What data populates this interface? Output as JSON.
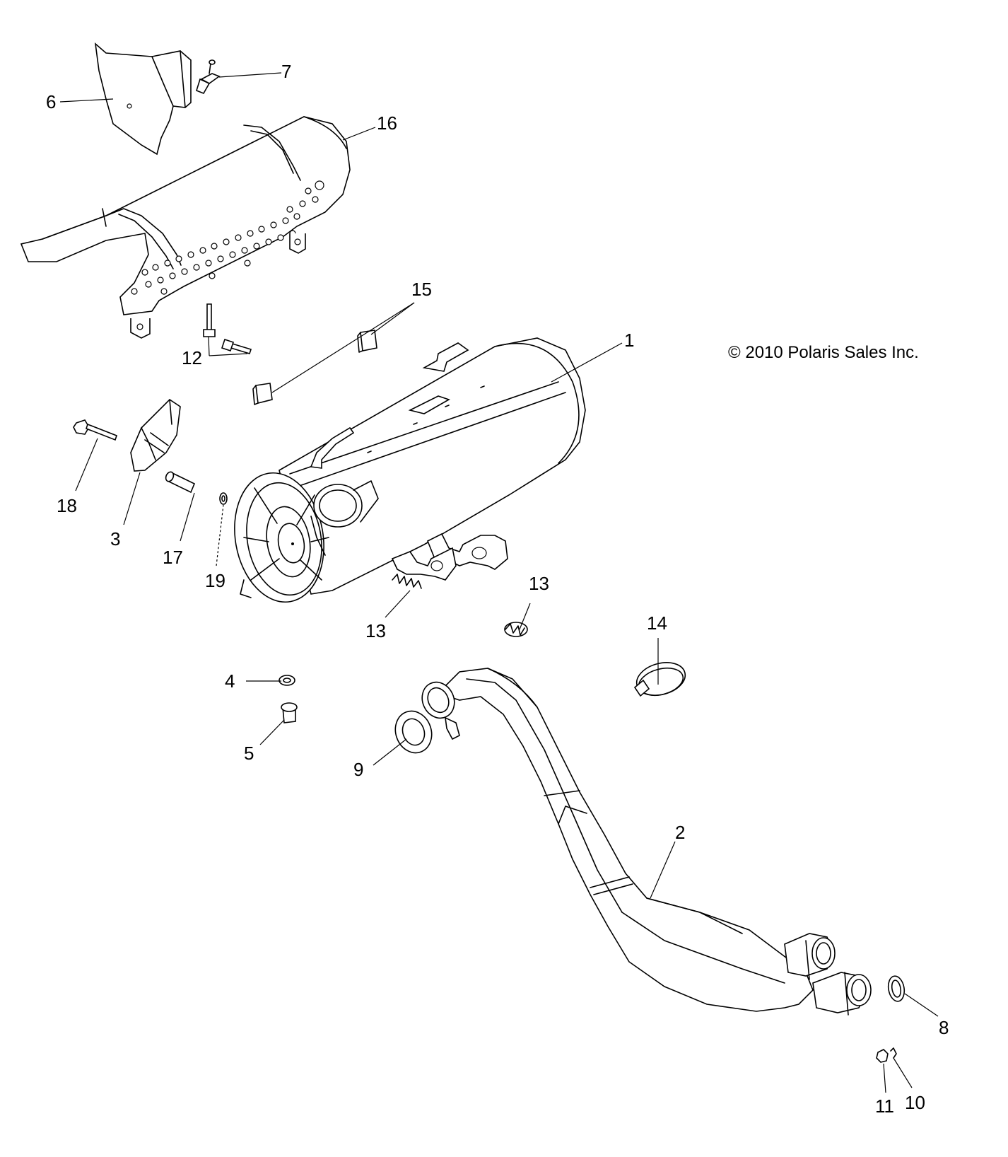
{
  "copyright": "© 2010 Polaris Sales Inc.",
  "callouts": {
    "c1": "1",
    "c2": "2",
    "c3": "3",
    "c4": "4",
    "c5": "5",
    "c6": "6",
    "c7": "7",
    "c8": "8",
    "c9": "9",
    "c10": "10",
    "c11": "11",
    "c12": "12",
    "c13a": "13",
    "c13b": "13",
    "c14": "14",
    "c15": "15",
    "c16": "16",
    "c17": "17",
    "c18": "18",
    "c19": "19"
  }
}
